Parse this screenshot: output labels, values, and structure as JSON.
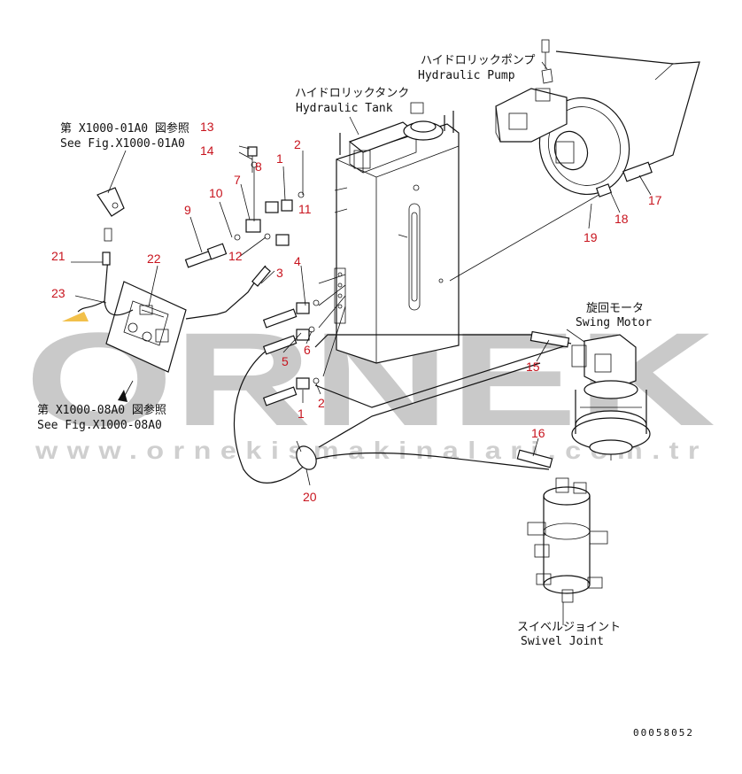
{
  "labels": {
    "pump_jp": "ハイドロリックポンプ",
    "pump_en": "Hydraulic Pump",
    "tank_jp": "ハイドロリックタンク",
    "tank_en": "Hydraulic Tank",
    "swing_jp": "旋回モータ",
    "swing_en": "Swing Motor",
    "swivel_jp": "スイベルジョイント",
    "swivel_en": "Swivel Joint",
    "ref1_jp": "第 X1000-01A0 図参照",
    "ref1_en": "See Fig.X1000-01A0",
    "ref2_jp": "第 X1000-08A0 図参照",
    "ref2_en": "See Fig.X1000-08A0"
  },
  "part_numbers": [
    "1",
    "2",
    "3",
    "4",
    "5",
    "6",
    "7",
    "8",
    "9",
    "10",
    "11",
    "12",
    "13",
    "14",
    "15",
    "16",
    "17",
    "18",
    "19",
    "20",
    "21",
    "22",
    "23",
    "1",
    "2"
  ],
  "drawing_code": "00058052",
  "watermark": {
    "brand": "ORNEK",
    "url": "www.ornekismakinalari.com.tr"
  },
  "colors": {
    "line": "#111111",
    "callout": "#c8141e",
    "watermark": "#c9c9c9",
    "accent": "#f2c04a"
  }
}
